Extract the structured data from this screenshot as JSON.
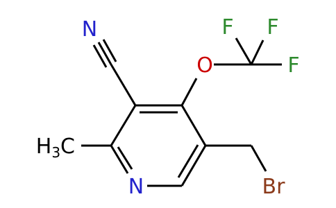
{
  "structure": {
    "bond_color": "#000000",
    "atoms": {
      "nitrile_n": {
        "label": "N",
        "color": "#2222cc"
      },
      "ether_o": {
        "label": "O",
        "color": "#cc0000"
      },
      "f_left": {
        "label": "F",
        "color": "#2d8a2d"
      },
      "f_top": {
        "label": "F",
        "color": "#2d8a2d"
      },
      "f_right": {
        "label": "F",
        "color": "#2d8a2d"
      },
      "methyl": {
        "label": "H",
        "subscript": "3",
        "suffix": "C",
        "color": "#000000"
      },
      "ring_n": {
        "label": "N",
        "color": "#2222cc"
      },
      "bromine": {
        "label": "Br",
        "color": "#8b3a1a"
      }
    }
  }
}
